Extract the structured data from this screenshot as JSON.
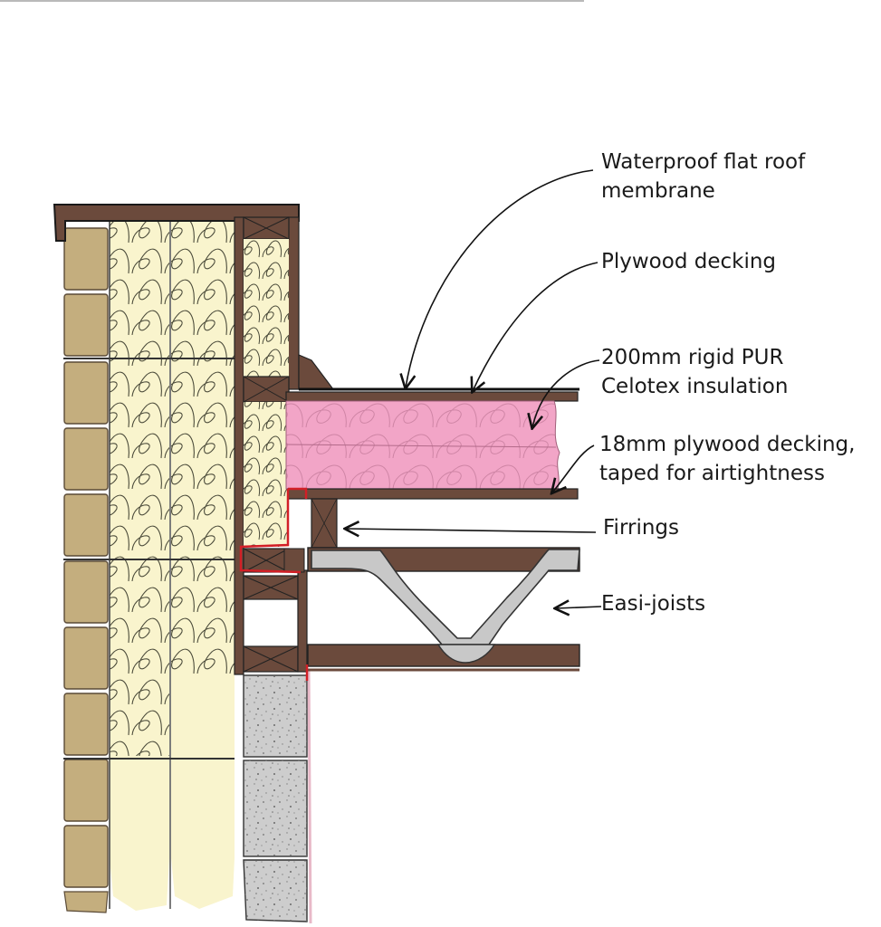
{
  "labels": {
    "membrane": {
      "line1": "Waterproof flat roof",
      "line2": "membrane"
    },
    "plywood_decking": "Plywood decking",
    "insulation": {
      "line1": "200mm rigid PUR",
      "line2": "Celotex insulation"
    },
    "decking_18mm": {
      "line1": "18mm plywood decking,",
      "line2": "taped for airtightness"
    },
    "firrings": "Firrings",
    "easi_joists": "Easi-joists"
  },
  "colors": {
    "brick": "#c4ae7e",
    "wall_insulation": "#f9f4cd",
    "timber": "#6b4a3c",
    "pur_insulation": "#f2a5c7",
    "blockwork": "#cdcdcd",
    "airtight_tape": "#d21f26",
    "easi_joist_web": "#c8c8c8"
  }
}
